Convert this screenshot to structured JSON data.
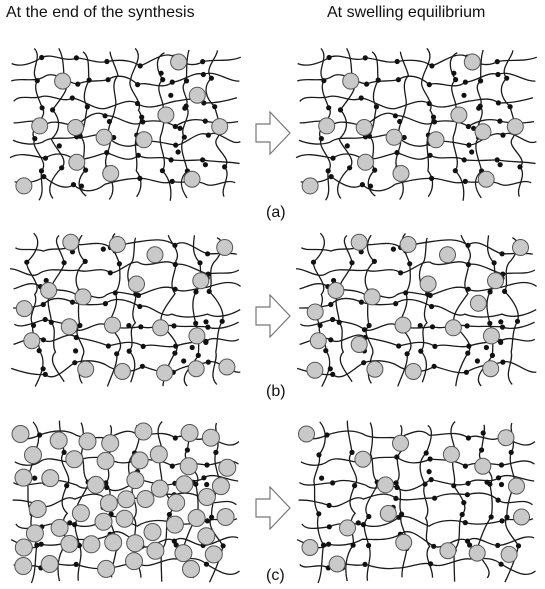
{
  "headings": {
    "left": "At the end of the synthesis",
    "right": "At swelling equilibrium"
  },
  "panels": [
    {
      "label": "(a)",
      "left_particles": 13,
      "right_particles": 13
    },
    {
      "label": "(b)",
      "left_particles": 19,
      "right_particles": 19
    },
    {
      "label": "(c)",
      "left_particles": 50,
      "right_particles": 17
    }
  ],
  "colors": {
    "chain": "#1a1a1a",
    "crosslink": "#111111",
    "particle_fill": "#c9c9c9",
    "particle_stroke": "#555555",
    "arrow_outline": "#777777"
  },
  "icons": {
    "transition_arrow": "hollow-right-arrow-icon"
  }
}
